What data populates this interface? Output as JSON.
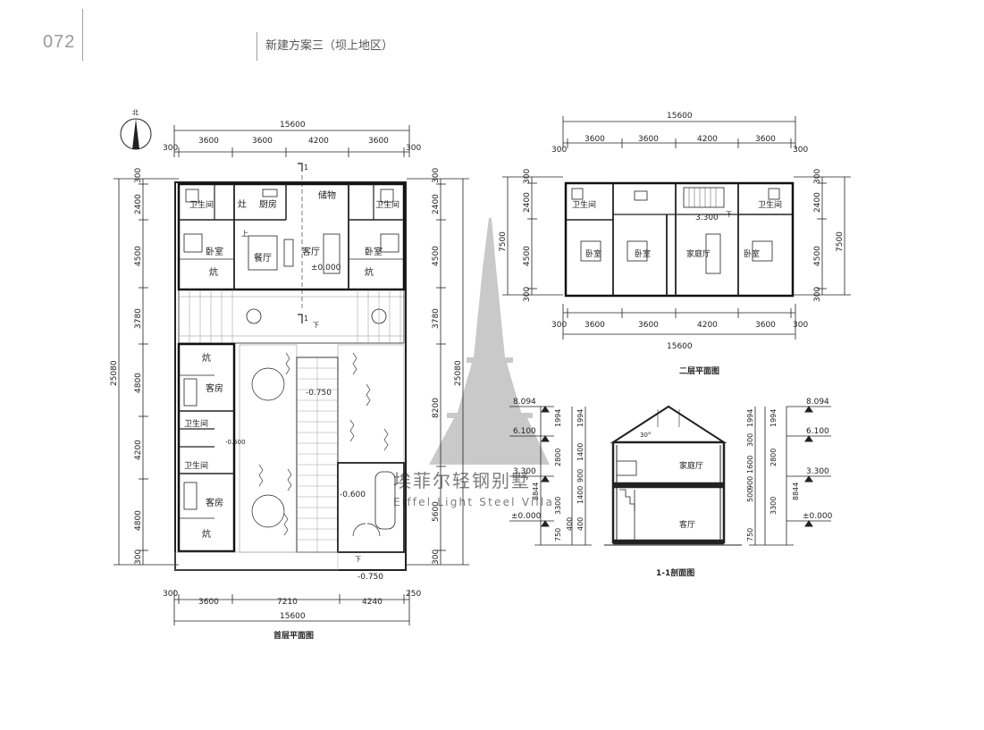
{
  "page": {
    "number": "072",
    "title": "新建方案三（坝上地区）"
  },
  "ground_floor": {
    "caption": "首层平面图",
    "top_total": "15600",
    "top_dims": [
      "300",
      "3600",
      "3600",
      "4200",
      "3600",
      "300"
    ],
    "bottom_total": "15600",
    "bottom_dims": [
      "300",
      "3600",
      "7210",
      "4240",
      "250"
    ],
    "left_total": "25080",
    "left_dims": [
      "300",
      "2400",
      "4500",
      "3780",
      "4800",
      "4200",
      "4800",
      "300"
    ],
    "right_total": "25080",
    "right_dims": [
      "300",
      "2400",
      "4500",
      "3780",
      "8200",
      "5600",
      "300"
    ],
    "rooms": {
      "wc1": "卫生间",
      "kang_sym": "灶",
      "kitchen": "厨房",
      "storage": "储物",
      "wc2": "卫生间",
      "bed1": "卧室",
      "kang1": "炕",
      "dining": "餐厅",
      "living": "客厅",
      "bed2": "卧室",
      "kang2": "炕",
      "up": "上",
      "elev0": "±0.000",
      "down1": "下",
      "kang3": "炕",
      "guest1": "客房",
      "wc3": "卫生间",
      "wc4": "卫生间",
      "guest2": "客房",
      "kang4": "炕",
      "elev_yard": "-0.750",
      "elev_side": "-0.500",
      "elev_garage": "-0.600",
      "elev_gate": "-0.750",
      "down2": "下"
    },
    "section_mark": "1",
    "north_label": "北"
  },
  "second_floor": {
    "caption": "二层平面图",
    "top_total": "15600",
    "top_dims": [
      "300",
      "3600",
      "3600",
      "4200",
      "3600",
      "300"
    ],
    "bottom_total": "15600",
    "bottom_dims": [
      "300",
      "3600",
      "3600",
      "4200",
      "3600",
      "300"
    ],
    "left_total": "7500",
    "left_dims": [
      "300",
      "2400",
      "4500",
      "300"
    ],
    "right_total": "7500",
    "right_dims": [
      "300",
      "2400",
      "4500",
      "300"
    ],
    "rooms": {
      "wc1": "卫生间",
      "bed1": "卧室",
      "bed2": "卧室",
      "family": "家庭厅",
      "bed3": "卧室",
      "wc2": "卫生间",
      "elev": "3.300",
      "down": "下"
    }
  },
  "section": {
    "caption": "1-1剖面图",
    "left_levels": [
      "8.094",
      "6.100",
      "3.300",
      "±0.000"
    ],
    "right_levels": [
      "8.094",
      "6.100",
      "3.300",
      "±0.000"
    ],
    "left_dims": [
      "1994",
      "1994",
      "2800",
      "3300",
      "750",
      "8844"
    ],
    "left_inner_dims": [
      "1400",
      "900",
      "1400",
      "400",
      "400"
    ],
    "right_dims": [
      "1994",
      "1994",
      "2800",
      "3300",
      "750",
      "8844"
    ],
    "right_inner_dims": [
      "300",
      "1600",
      "900",
      "500"
    ],
    "rooms": {
      "family": "家庭厅",
      "living": "客厅"
    },
    "roof_pitch": "30°"
  },
  "watermark": {
    "cn": "埃菲尔轻钢别墅",
    "en": "Eiffel Light Steel Villa"
  },
  "colors": {
    "line": "#222222",
    "wall": "#111111",
    "accent_rule": "#9aa0b0",
    "watermark": "#9d9d9d"
  }
}
